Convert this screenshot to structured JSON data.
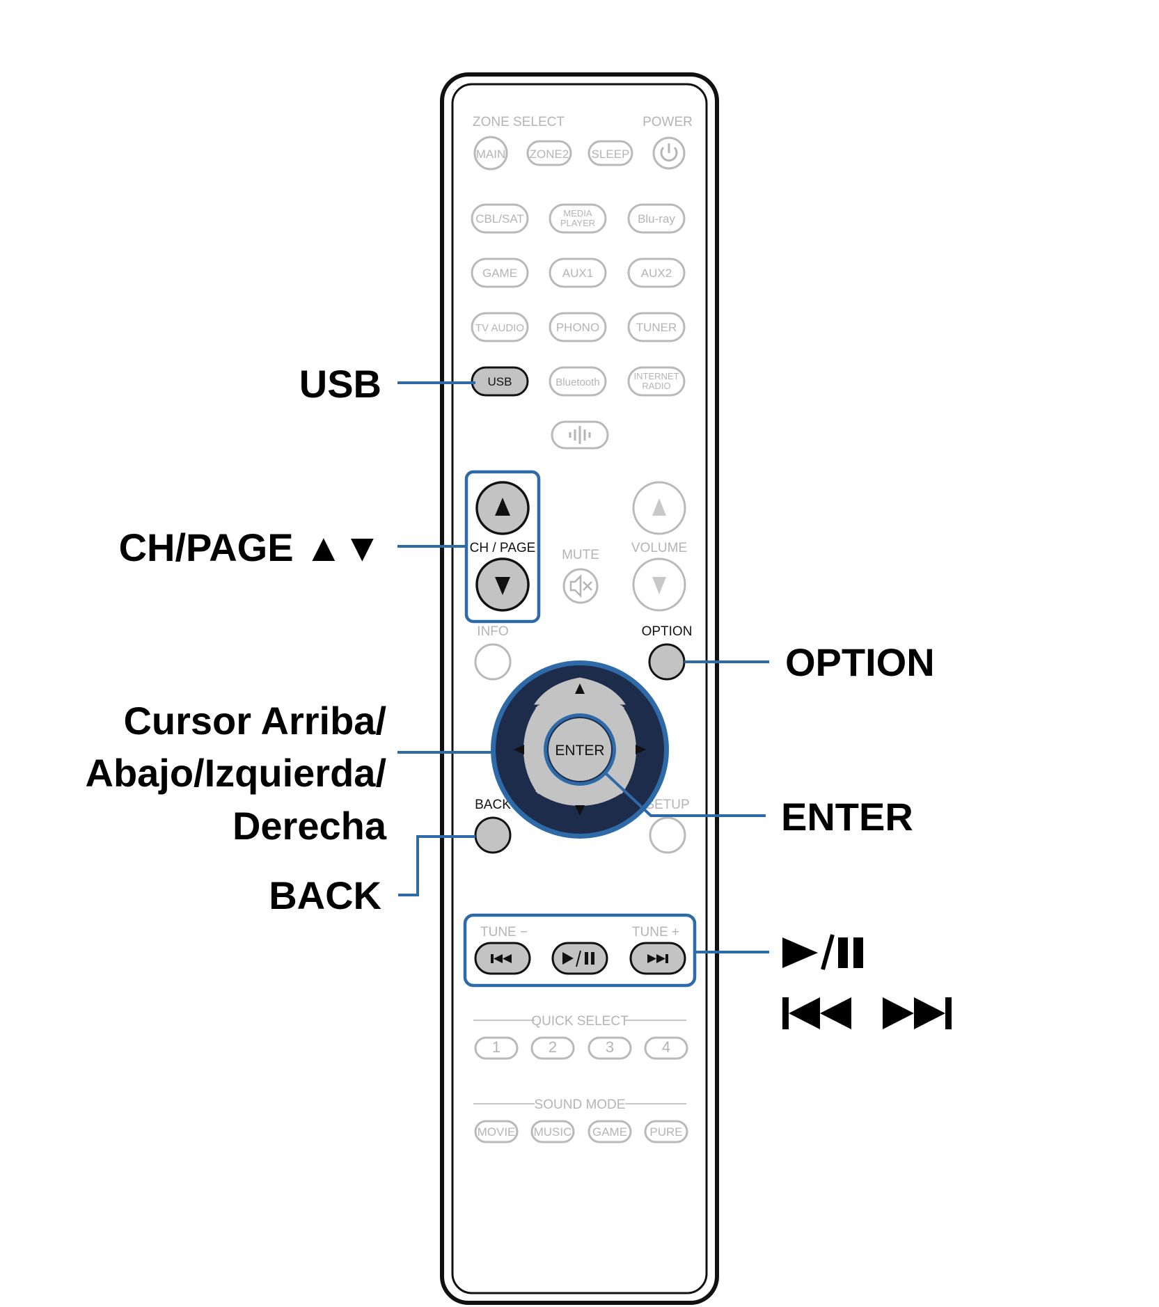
{
  "remote": {
    "zone_select_label": "ZONE SELECT",
    "power_label": "POWER",
    "zone_buttons": [
      "MAIN",
      "ZONE2",
      "SLEEP"
    ],
    "power_icon": "power-icon",
    "source_rows": [
      [
        "CBL/SAT",
        "MEDIA\nPLAYER",
        "Blu-ray"
      ],
      [
        "GAME",
        "AUX1",
        "AUX2"
      ],
      [
        "TV AUDIO",
        "PHONO",
        "TUNER"
      ],
      [
        "USB",
        "Bluetooth",
        "INTERNET\nRADIO"
      ]
    ],
    "heos_icon": "heos-icon",
    "ch_page_label": "CH / PAGE",
    "mute_label": "MUTE",
    "volume_label": "VOLUME",
    "info_label": "INFO",
    "option_label": "OPTION",
    "enter_label": "ENTER",
    "back_label": "BACK",
    "setup_label": "SETUP",
    "tune_minus_label": "TUNE −",
    "tune_plus_label": "TUNE +",
    "quick_select_label": "QUICK SELECT",
    "quick_select_buttons": [
      "1",
      "2",
      "3",
      "4"
    ],
    "sound_mode_label": "SOUND MODE",
    "sound_mode_buttons": [
      "MOVIE",
      "MUSIC",
      "GAME",
      "PURE"
    ]
  },
  "callouts": {
    "usb": "USB",
    "ch_page": "CH/PAGE ▲▼",
    "option": "OPTION",
    "cursor_line1": "Cursor Arriba/",
    "cursor_line2": "Abajo/Izquierda/",
    "cursor_line3": "Derecha",
    "enter": "ENTER",
    "back": "BACK",
    "play_pause": "►/❚❚",
    "skip": "◀◀ ▶▶"
  },
  "colors": {
    "highlight_blue": "#2e6aa8",
    "navy_ring": "#1d2c4a",
    "button_gray": "#c3c3c3",
    "faint_gray": "#b4b4b4"
  }
}
